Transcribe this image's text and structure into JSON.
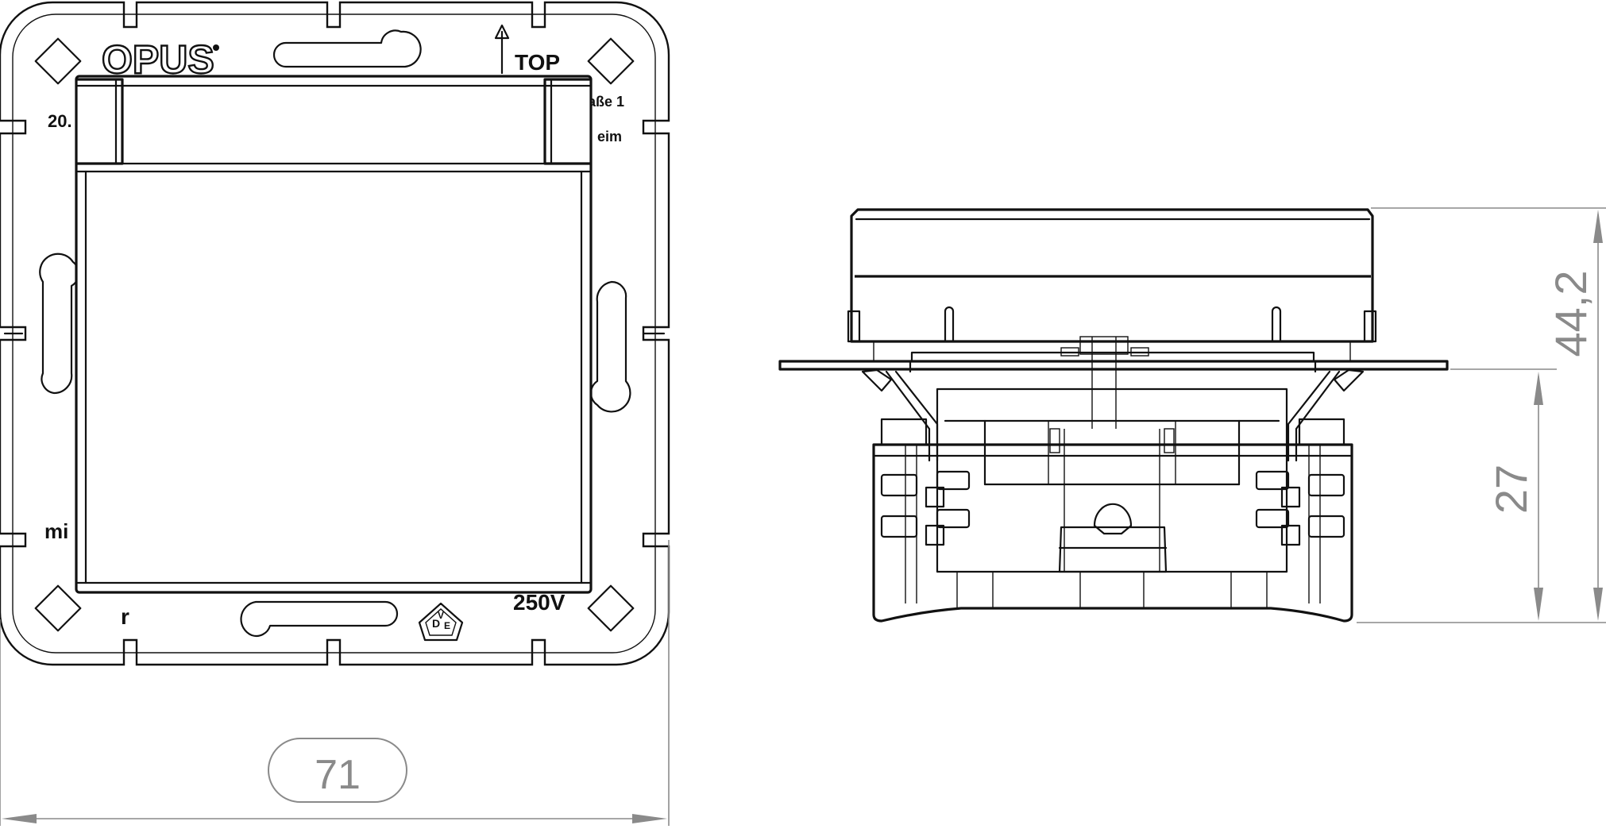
{
  "front_view": {
    "brand": "OPUS",
    "top_label": "TOP",
    "voltage_label": "250V",
    "cert_mark": "VDE",
    "cert_letters": [
      "V",
      "D",
      "E"
    ],
    "partial_texts": [
      "20.",
      "aße 1",
      "eim",
      "mi",
      "r"
    ]
  },
  "dimensions": {
    "width": "71",
    "total_height": "44,2",
    "mount_depth": "27"
  },
  "colors": {
    "ink": "#111111",
    "dimension": "#8a8a8a",
    "background": "#ffffff"
  }
}
